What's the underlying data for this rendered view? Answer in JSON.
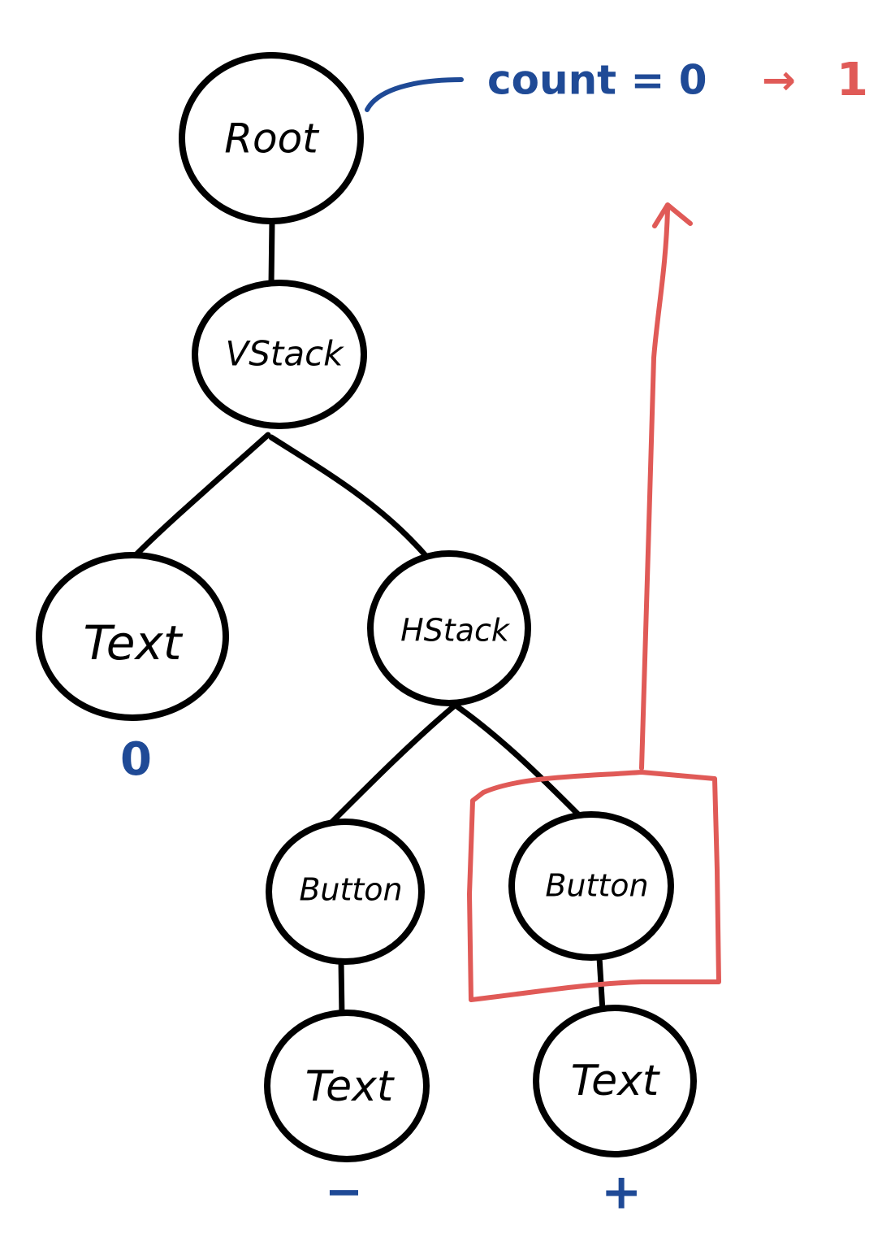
{
  "colors": {
    "ink": "#000000",
    "annotation_blue": "#1f4a96",
    "annotation_red": "#e05a57"
  },
  "nodes": {
    "root": "Root",
    "vstack": "VStack",
    "text_count": "Text",
    "hstack": "HStack",
    "button_minus": "Button",
    "button_plus": "Button",
    "text_minus": "Text",
    "text_plus": "Text"
  },
  "annotations": {
    "state_label": "count = 0",
    "state_arrow": "→",
    "state_new_value": "1",
    "text_value": "0",
    "minus_symbol": "−",
    "plus_symbol": "+"
  }
}
